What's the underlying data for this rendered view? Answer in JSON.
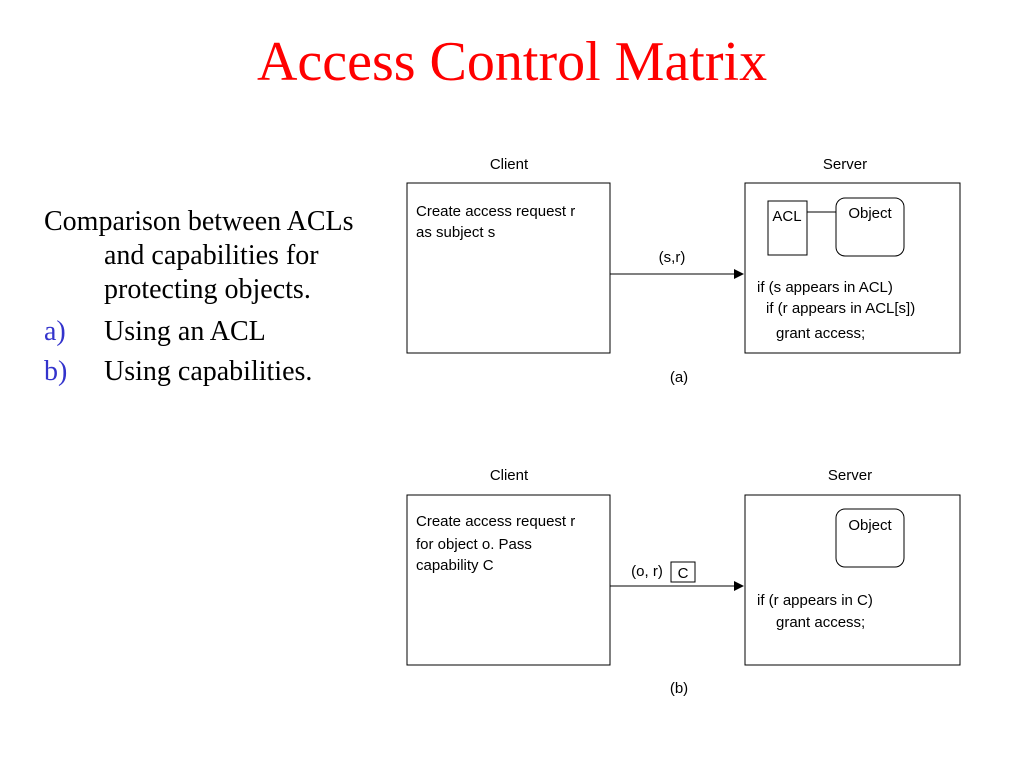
{
  "title": "Access Control Matrix",
  "text": {
    "intro": "Comparison between ACLs and capabilities for protecting objects.",
    "items": [
      {
        "marker": "a)",
        "text": "Using an ACL"
      },
      {
        "marker": "b)",
        "text": "Using capabilities."
      }
    ]
  },
  "diagram_a": {
    "client_label": "Client",
    "server_label": "Server",
    "client_text": [
      "Create access request r",
      "as subject s"
    ],
    "message": "(s,r)",
    "acl_label": "ACL",
    "object_label": "Object",
    "server_text": [
      "if (s appears in ACL)",
      "if (r appears in ACL[s])",
      "grant access;"
    ],
    "caption": "(a)"
  },
  "diagram_b": {
    "client_label": "Client",
    "server_label": "Server",
    "client_text": [
      "Create access request r",
      "for object o. Pass",
      "capability C"
    ],
    "message": "(o, r)",
    "capability_label": "C",
    "object_label": "Object",
    "server_text": [
      "if (r appears in C)",
      "grant access;"
    ],
    "caption": "(b)"
  }
}
